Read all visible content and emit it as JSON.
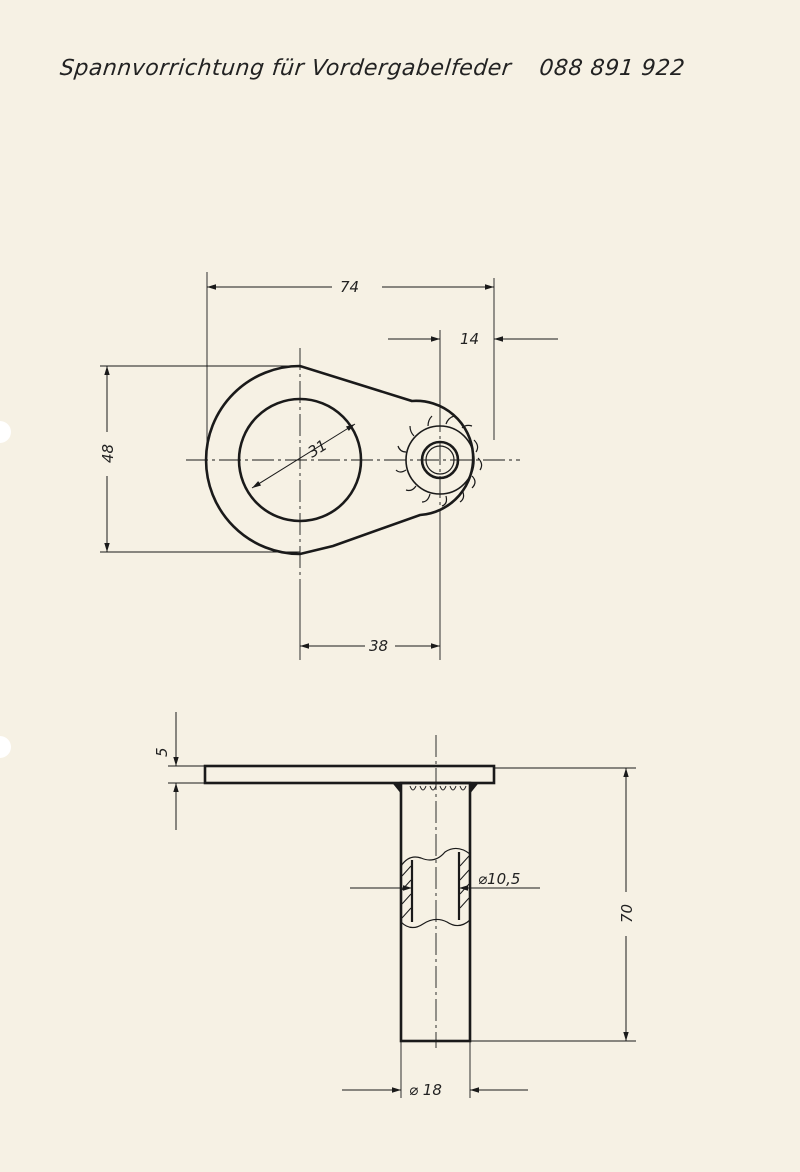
{
  "drawing": {
    "title": "Spannvorrichtung für Vordergabelfeder",
    "part_number": "088 891 922"
  },
  "dimensions": {
    "overall_length": "74",
    "boss_offset": "14",
    "height": "48",
    "bore_radius": "31",
    "center_distance": "38",
    "plate_thickness": "5",
    "inner_diameter": "⌀10,5",
    "total_height": "70",
    "outer_diameter": "⌀ 18"
  },
  "colors": {
    "paper": "#f6f1e4",
    "ink": "#1a1a1a"
  }
}
